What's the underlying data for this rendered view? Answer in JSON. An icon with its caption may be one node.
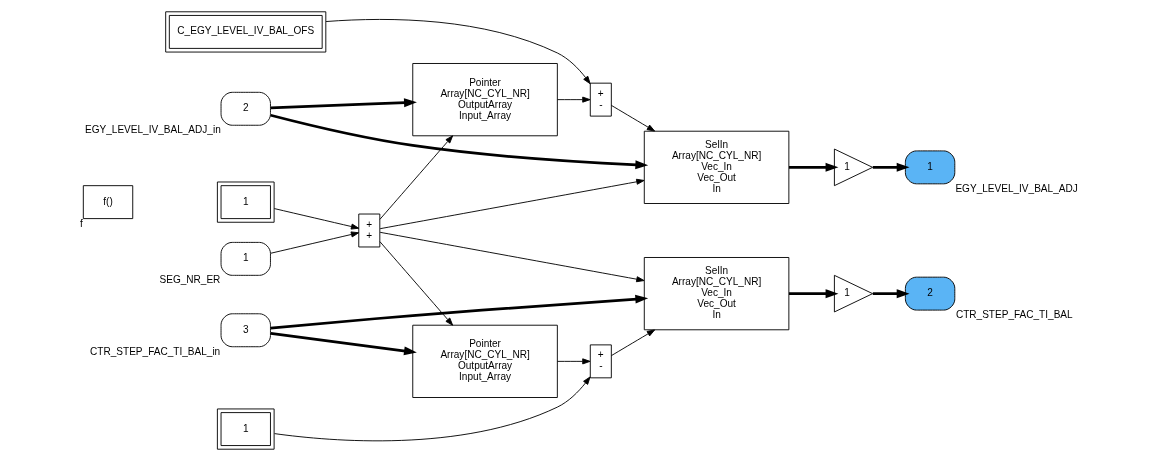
{
  "diagram": {
    "nodes": [
      {
        "text": [
          "f()"
        ],
        "beside": [
          "f"
        ]
      },
      {
        "text": [
          "1"
        ]
      },
      {
        "text": [
          "1"
        ],
        "beside": [
          "SEG_NR_ER"
        ]
      },
      {
        "text": [
          "+",
          "+"
        ]
      },
      {
        "text": [
          "2"
        ],
        "beside": [
          "EGY_LEVEL_IV_BAL_ADJ_in"
        ]
      },
      {
        "text": [
          "C_EGY_LEVEL_IV_BAL_OFS"
        ]
      },
      {
        "text": [
          "Pointer",
          "Array[NC_CYL_NR]",
          "OutputArray",
          "Input_Array"
        ]
      },
      {
        "text": [
          "+",
          "-"
        ]
      },
      {
        "text": [
          "SelIn",
          "Array[NC_CYL_NR]",
          "Vec_In",
          "Vec_Out",
          "In"
        ]
      },
      {
        "text": [
          "1"
        ]
      },
      {
        "text": [
          "1"
        ],
        "beside": [
          "EGY_LEVEL_IV_BAL_ADJ"
        ]
      },
      {
        "text": [
          "3"
        ],
        "beside": [
          "CTR_STEP_FAC_TI_BAL_in"
        ]
      },
      {
        "text": [
          "1"
        ]
      },
      {
        "text": [
          "Pointer",
          "Array[NC_CYL_NR]",
          "OutputArray",
          "Input_Array"
        ]
      },
      {
        "text": [
          "+",
          "-"
        ]
      },
      {
        "text": [
          "SelIn",
          "Array[NC_CYL_NR]",
          "Vec_In",
          "Vec_Out",
          "In"
        ]
      },
      {
        "text": [
          "1"
        ]
      },
      {
        "text": [
          "2"
        ],
        "beside": [
          "CTR_STEP_FAC_TI_BAL"
        ]
      }
    ],
    "edges": [
      {
        "from": 1,
        "to": 3,
        "arrow": "to"
      },
      {
        "from": 2,
        "to": 3,
        "arrow": "to"
      },
      {
        "from": 3,
        "to": 6,
        "arrow": "to"
      },
      {
        "from": 3,
        "to": 8,
        "arrow": "to"
      },
      {
        "from": 3,
        "to": 13,
        "arrow": "to"
      },
      {
        "from": 3,
        "to": 15,
        "arrow": "to"
      },
      {
        "from": 4,
        "to": 6,
        "arrow": "to",
        "style": "thick"
      },
      {
        "from": 4,
        "to": 8,
        "arrow": "to",
        "style": "thick"
      },
      {
        "from": 6,
        "to": 7,
        "arrow": "to"
      },
      {
        "from": 5,
        "to": 7,
        "arrow": "to"
      },
      {
        "from": 7,
        "to": 8,
        "arrow": "to"
      },
      {
        "from": 8,
        "to": 9,
        "arrow": "to",
        "style": "thick"
      },
      {
        "from": 9,
        "to": 10,
        "arrow": "to",
        "style": "thick"
      },
      {
        "from": 11,
        "to": 13,
        "arrow": "to",
        "style": "thick"
      },
      {
        "from": 11,
        "to": 15,
        "arrow": "to",
        "style": "thick"
      },
      {
        "from": 13,
        "to": 14,
        "arrow": "to"
      },
      {
        "from": 12,
        "to": 14,
        "arrow": "to"
      },
      {
        "from": 14,
        "to": 15,
        "arrow": "to"
      },
      {
        "from": 15,
        "to": 16,
        "arrow": "to",
        "style": "thick"
      },
      {
        "from": 16,
        "to": 17,
        "arrow": "to",
        "style": "thick"
      }
    ]
  }
}
